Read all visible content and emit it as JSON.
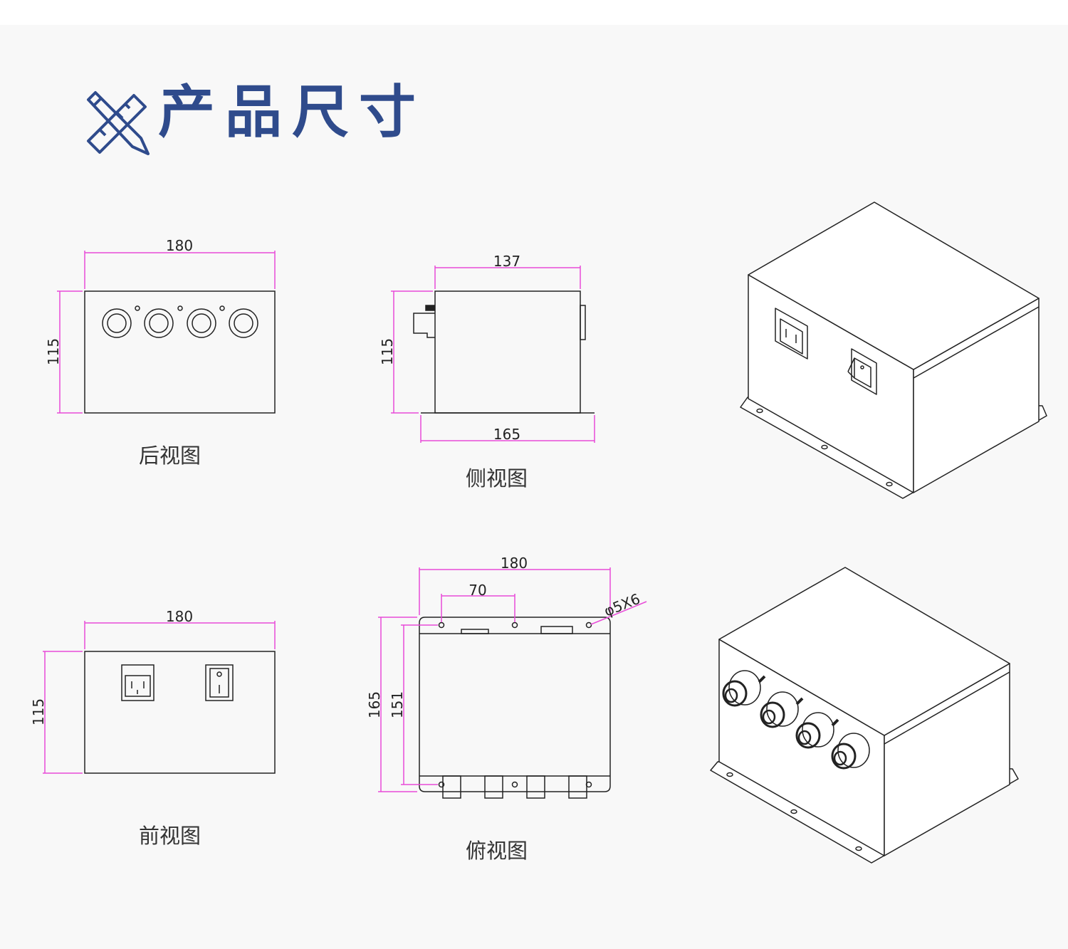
{
  "header": {
    "title": "产品尺寸",
    "icon": "ruler-pencil-icon",
    "accent_color": "#2f4b8c"
  },
  "colors": {
    "dimension_line": "#e84bd8",
    "outline": "#222222",
    "background": "#f8f8f8"
  },
  "views": {
    "rear": {
      "label": "后视图",
      "width": "180",
      "height": "115"
    },
    "side": {
      "label": "侧视图",
      "width_top": "137",
      "height": "115",
      "width_bottom": "165"
    },
    "front": {
      "label": "前视图",
      "width": "180",
      "height": "115"
    },
    "top": {
      "label": "俯视图",
      "width": "180",
      "hole_spacing": "70",
      "height_outer": "165",
      "height_inner": "151",
      "hole_spec": "φ5X6"
    }
  }
}
